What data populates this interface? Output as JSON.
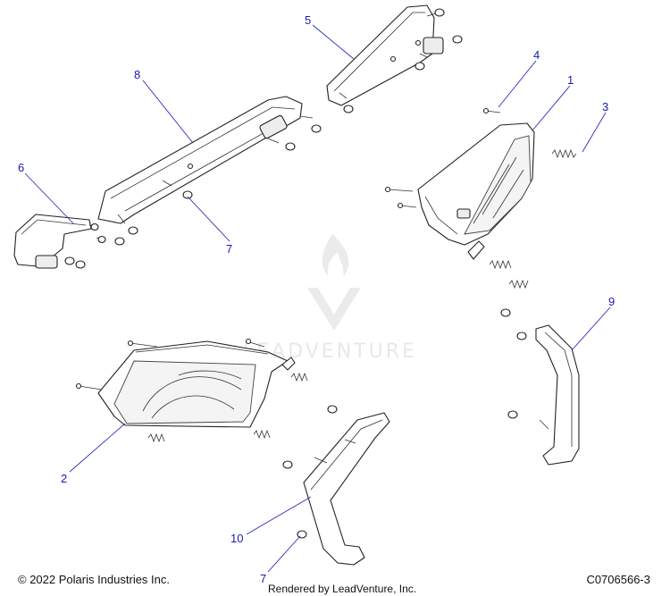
{
  "diagram": {
    "callouts": [
      "1",
      "2",
      "3",
      "4",
      "5",
      "6",
      "7",
      "7",
      "8",
      "9",
      "10"
    ]
  },
  "watermark": {
    "text": "LEADVENTURE"
  },
  "footer": {
    "copyright": "© 2022 Polaris Industries Inc.",
    "rendered_by": "Rendered by LeadVenture, Inc.",
    "figure_id": "C0706566-3"
  }
}
